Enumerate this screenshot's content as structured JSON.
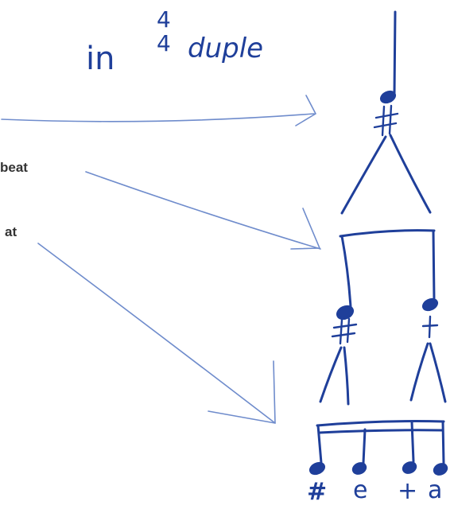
{
  "heading": {
    "prefix": "in",
    "meter_top": "4",
    "meter_bottom": "4",
    "word": "duple"
  },
  "left_labels": {
    "beat_fragment": "beat",
    "at_fragment": "at"
  },
  "syllables": {
    "count": "#",
    "e": "e",
    "and": "+",
    "a": "a"
  },
  "colors": {
    "ink": "#1f3f9a",
    "arrow": "#6f8ccc",
    "text": "#333333"
  }
}
